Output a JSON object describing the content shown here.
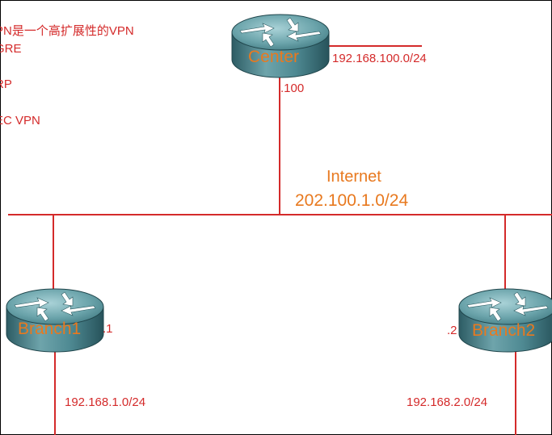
{
  "notes": [
    "PN是一个高扩展性的VPN",
    "GRE",
    "RP",
    "EC VPN"
  ],
  "internet": {
    "label": "Internet",
    "network": "202.100.1.0/24"
  },
  "routers": {
    "center": {
      "name": "Center",
      "lan": "192.168.100.0/24",
      "ip": ".100"
    },
    "branch1": {
      "name": "Branch1",
      "lan": "192.168.1.0/24",
      "ip": ".1"
    },
    "branch2": {
      "name": "Branch2",
      "lan": "192.168.2.0/24",
      "ip": ".2"
    }
  },
  "colors": {
    "link": "#d42a2a",
    "text_red": "#d42a2a",
    "text_orange": "#e8791f",
    "router_body": "#4f8a93"
  }
}
